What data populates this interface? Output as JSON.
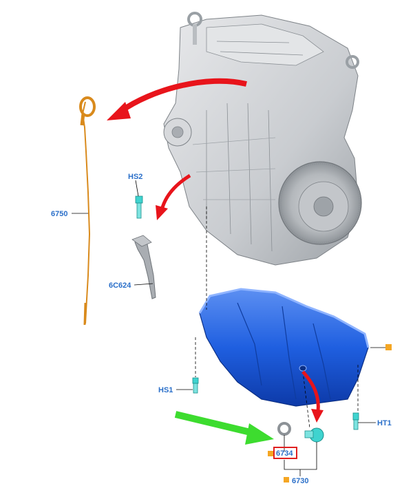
{
  "callouts": {
    "hs2": "HS2",
    "dipstick": "6750",
    "dipstick_tube": "6C624",
    "hs1": "HS1",
    "ht1": "HT1",
    "drain_gasket": "6734",
    "drain_plug": "6730"
  },
  "colors": {
    "callout_text": "#2a6fc9",
    "highlight_box": "#e02020",
    "marker_square": "#f5a623",
    "red_arrow": "#e8141b",
    "green_arrow": "#3ddc2f",
    "oil_pan": "#1f5fe0",
    "dipstick": "#d98a1c",
    "bolt": "#3fd3cf",
    "engine": "#cfd2d5"
  }
}
